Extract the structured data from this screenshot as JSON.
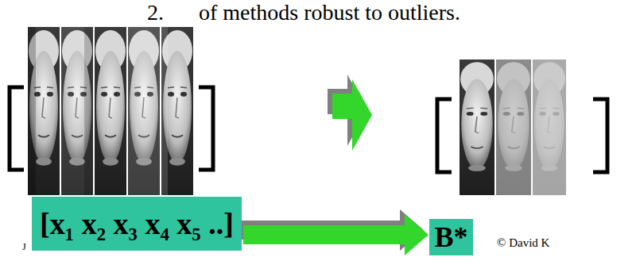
{
  "diagram": {
    "nodes": [
      {
        "text": [
          "[x₁ x₂ x₃ x₄ x₅ ..]"
        ]
      },
      {
        "text": [
          "B*"
        ]
      }
    ],
    "edges": [
      {
        "from": 0,
        "to": 1,
        "arrow": "to"
      }
    ],
    "labels": [
      "2.",
      "of methods robust to outliers.",
      "© David K",
      "J"
    ]
  }
}
